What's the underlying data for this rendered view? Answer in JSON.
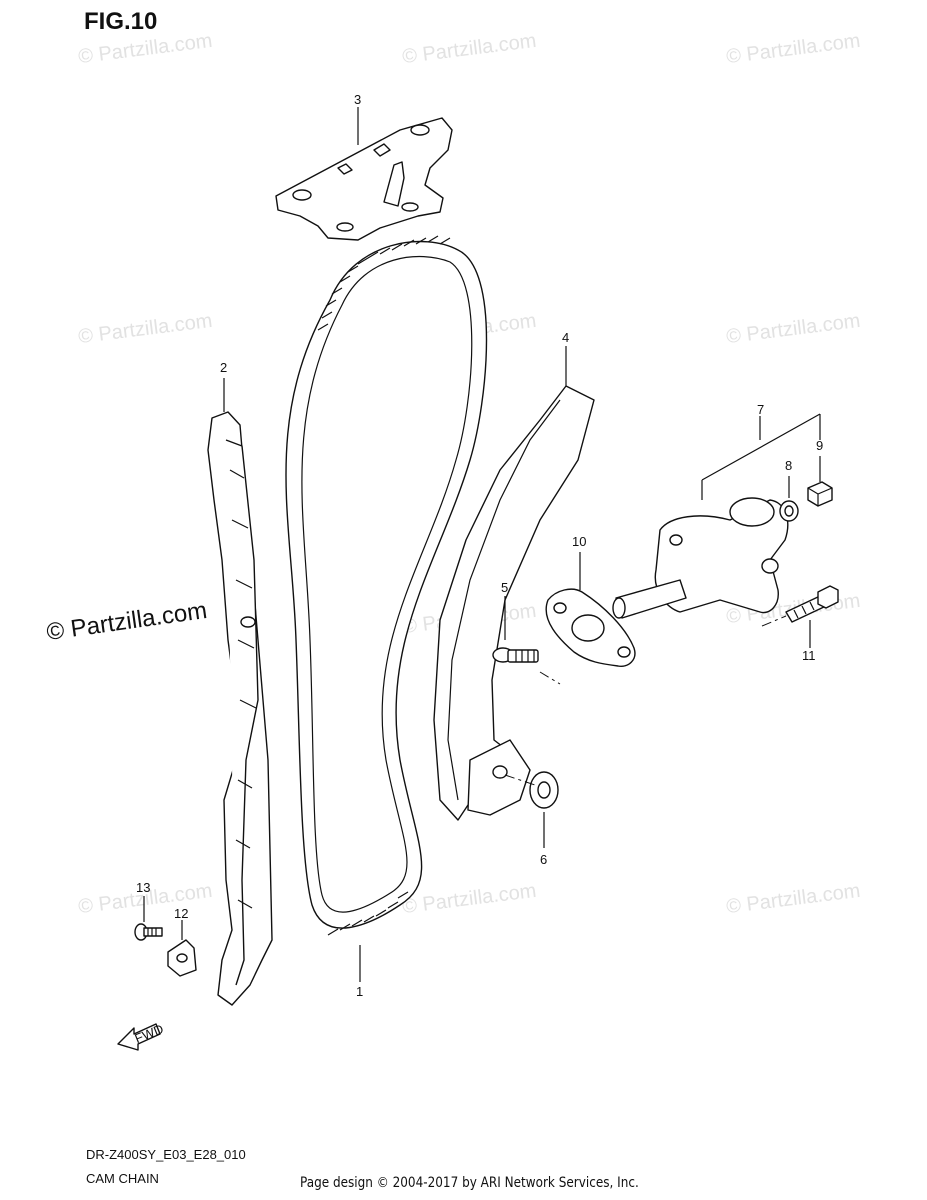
{
  "figure_title": "FIG.10",
  "watermark": "© Partzilla.com",
  "callouts": [
    "1",
    "2",
    "3",
    "4",
    "5",
    "6",
    "7",
    "8",
    "9",
    "10",
    "11",
    "12",
    "13"
  ],
  "fwd_arrow_text": "FWD",
  "model_code": "DR-Z400SY_E03_E28_010",
  "model_name": "CAM CHAIN",
  "footer": "Page design © 2004-2017 by ARI Network Services, Inc."
}
